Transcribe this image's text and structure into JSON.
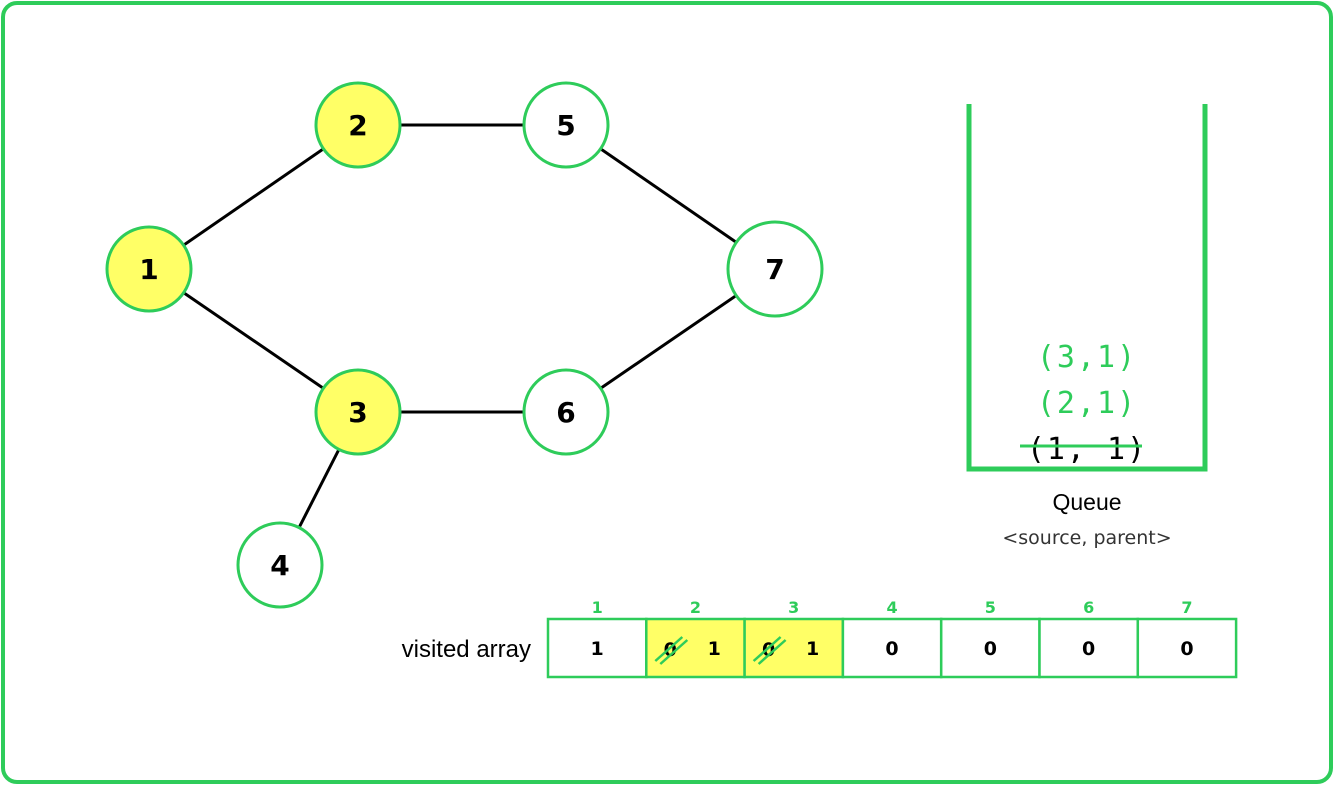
{
  "colors": {
    "accent": "#2ecc5a",
    "visited_fill": "#ffff66",
    "unvisited_fill": "#ffffff",
    "edge": "#000000"
  },
  "graph": {
    "nodes": [
      {
        "id": 1,
        "label": "1",
        "visited": true
      },
      {
        "id": 2,
        "label": "2",
        "visited": true
      },
      {
        "id": 3,
        "label": "3",
        "visited": true
      },
      {
        "id": 4,
        "label": "4",
        "visited": false
      },
      {
        "id": 5,
        "label": "5",
        "visited": false
      },
      {
        "id": 6,
        "label": "6",
        "visited": false
      },
      {
        "id": 7,
        "label": "7",
        "visited": false
      }
    ],
    "edges": [
      [
        1,
        2
      ],
      [
        1,
        3
      ],
      [
        2,
        5
      ],
      [
        5,
        7
      ],
      [
        3,
        6
      ],
      [
        6,
        7
      ],
      [
        3,
        4
      ]
    ]
  },
  "queue": {
    "caption": "Queue",
    "subcaption": "<source, parent>",
    "entries": [
      {
        "text": "(3,1)",
        "removed": false
      },
      {
        "text": "(2,1)",
        "removed": false
      },
      {
        "text": "(1, 1)",
        "removed": true
      }
    ]
  },
  "visited_array": {
    "label": "visited array",
    "cells": [
      {
        "index": "1",
        "value": "1",
        "previous": "",
        "highlighted": false
      },
      {
        "index": "2",
        "value": "1",
        "previous": "0",
        "highlighted": true
      },
      {
        "index": "3",
        "value": "1",
        "previous": "0",
        "highlighted": true
      },
      {
        "index": "4",
        "value": "0",
        "previous": "",
        "highlighted": false
      },
      {
        "index": "5",
        "value": "0",
        "previous": "",
        "highlighted": false
      },
      {
        "index": "6",
        "value": "0",
        "previous": "",
        "highlighted": false
      },
      {
        "index": "7",
        "value": "0",
        "previous": "",
        "highlighted": false
      }
    ]
  }
}
